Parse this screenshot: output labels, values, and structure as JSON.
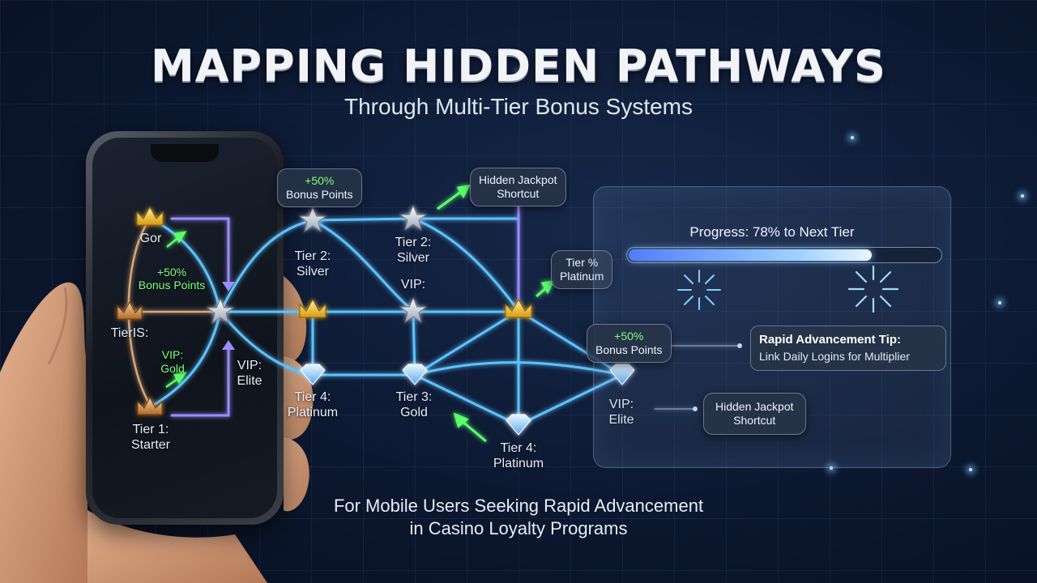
{
  "title": "MAPPING HIDDEN PATHWAYS",
  "subtitle": "Through Multi-Tier Bonus Systems",
  "footer": {
    "line1": "For Mobile Users Seeking Rapid Advancement",
    "line2": "in Casino Loyalty Programs"
  },
  "phone_labels": {
    "gor": "Gor",
    "bonus_pct": "+50%",
    "bonus_points": "Bonus Points",
    "tiers": "TierIS:",
    "vip": "VIP:",
    "gold": "Gold",
    "tier1": "Tier 1:",
    "starter": "Starter",
    "vip_elite_1": "VIP:",
    "vip_elite_2": "Elite"
  },
  "network_labels": {
    "tier2_silver_a_1": "Tier 2:",
    "tier2_silver_a_2": "Silver",
    "tier2_silver_b_1": "Tier 2:",
    "tier2_silver_b_2": "Silver",
    "vip_mid": "VIP:",
    "tier4_platinum_a_1": "Tier 4:",
    "tier4_platinum_a_2": "Platinum",
    "tier3_gold_1": "Tier 3:",
    "tier3_gold_2": "Gold",
    "tier4_platinum_b_1": "Tier 4:",
    "tier4_platinum_b_2": "Platinum",
    "vip_elite_1": "VIP:",
    "vip_elite_2": "Elite"
  },
  "bubbles": {
    "bonus_top_pct": "+50%",
    "bonus_top_text": "Bonus Points",
    "jackpot_top_1": "Hidden Jackpot",
    "jackpot_top_2": "Shortcut",
    "tier_platinum_1": "Tier %",
    "tier_platinum_2": "Platinum",
    "bonus_right_pct": "+50%",
    "bonus_right_text": "Bonus Points",
    "jackpot_bottom_1": "Hidden Jackpot",
    "jackpot_bottom_2": "Shortcut"
  },
  "progress": {
    "label": "Progress: 78% to Next Tier",
    "value": 0.78
  },
  "tip": {
    "title": "Rapid Advancement Tip:",
    "body": "Link Daily Logins for Multiplier"
  },
  "colors": {
    "network_blue": "#5cc2ff",
    "purple": "#9b8cff",
    "green": "#5cff6a",
    "gold": "#f2c230"
  },
  "icons": [
    "crown-icon",
    "star-icon",
    "diamond-icon",
    "arrow-icon"
  ]
}
